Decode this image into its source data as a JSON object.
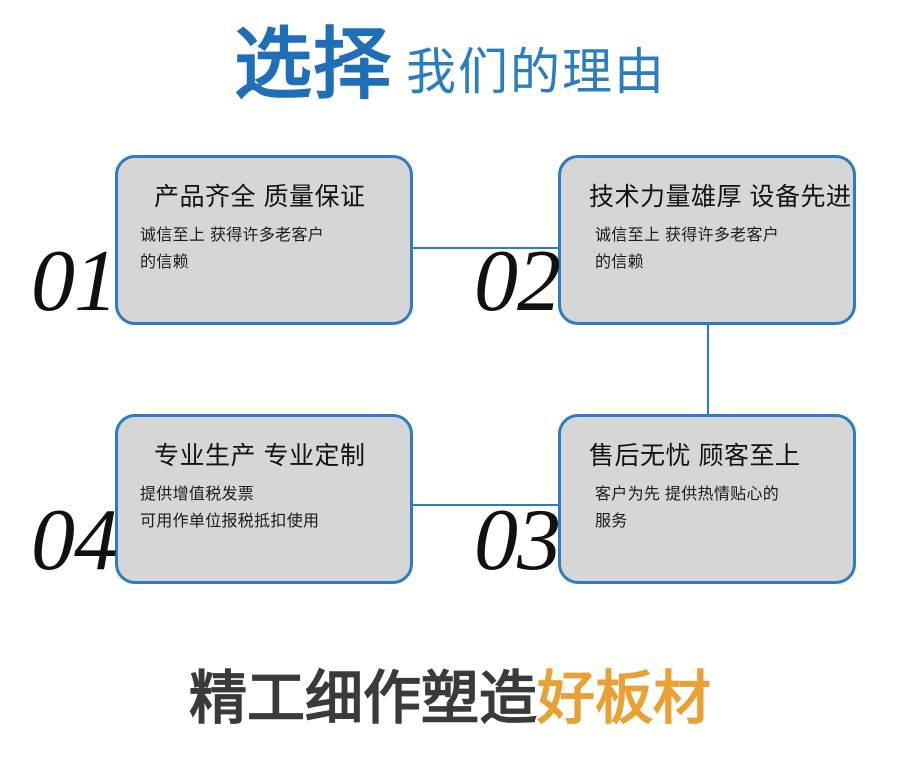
{
  "page": {
    "background": "#ffffff",
    "accent_blue": "#2B7DC1",
    "title_blue": "#1E6FB8",
    "card_fill": "#D6D6D6",
    "accent_orange": "#E9A135",
    "footer_dark": "#3A3A3A"
  },
  "header": {
    "strong": "选择",
    "light": "我们的理由"
  },
  "cards": [
    {
      "number": "01",
      "title": "产品齐全 质量保证",
      "body": "诚信至上 获得许多老客户\n的信赖"
    },
    {
      "number": "02",
      "title": "技术力量雄厚 设备先进",
      "body": "诚信至上 获得许多老客户\n的信赖"
    },
    {
      "number": "03",
      "title": "售后无忧 顾客至上",
      "body": "客户为先 提供热情贴心的\n服务"
    },
    {
      "number": "04",
      "title": "专业生产 专业定制",
      "body": "提供增值税发票\n可用作单位报税抵扣使用"
    }
  ],
  "connectors": [
    {
      "name": "card-01-to-card-02",
      "orientation": "horizontal"
    },
    {
      "name": "card-02-to-card-03",
      "orientation": "vertical"
    },
    {
      "name": "card-04-to-card-03",
      "orientation": "horizontal"
    }
  ],
  "footer": {
    "dark": "精工细作塑造",
    "accent": "好板材"
  }
}
